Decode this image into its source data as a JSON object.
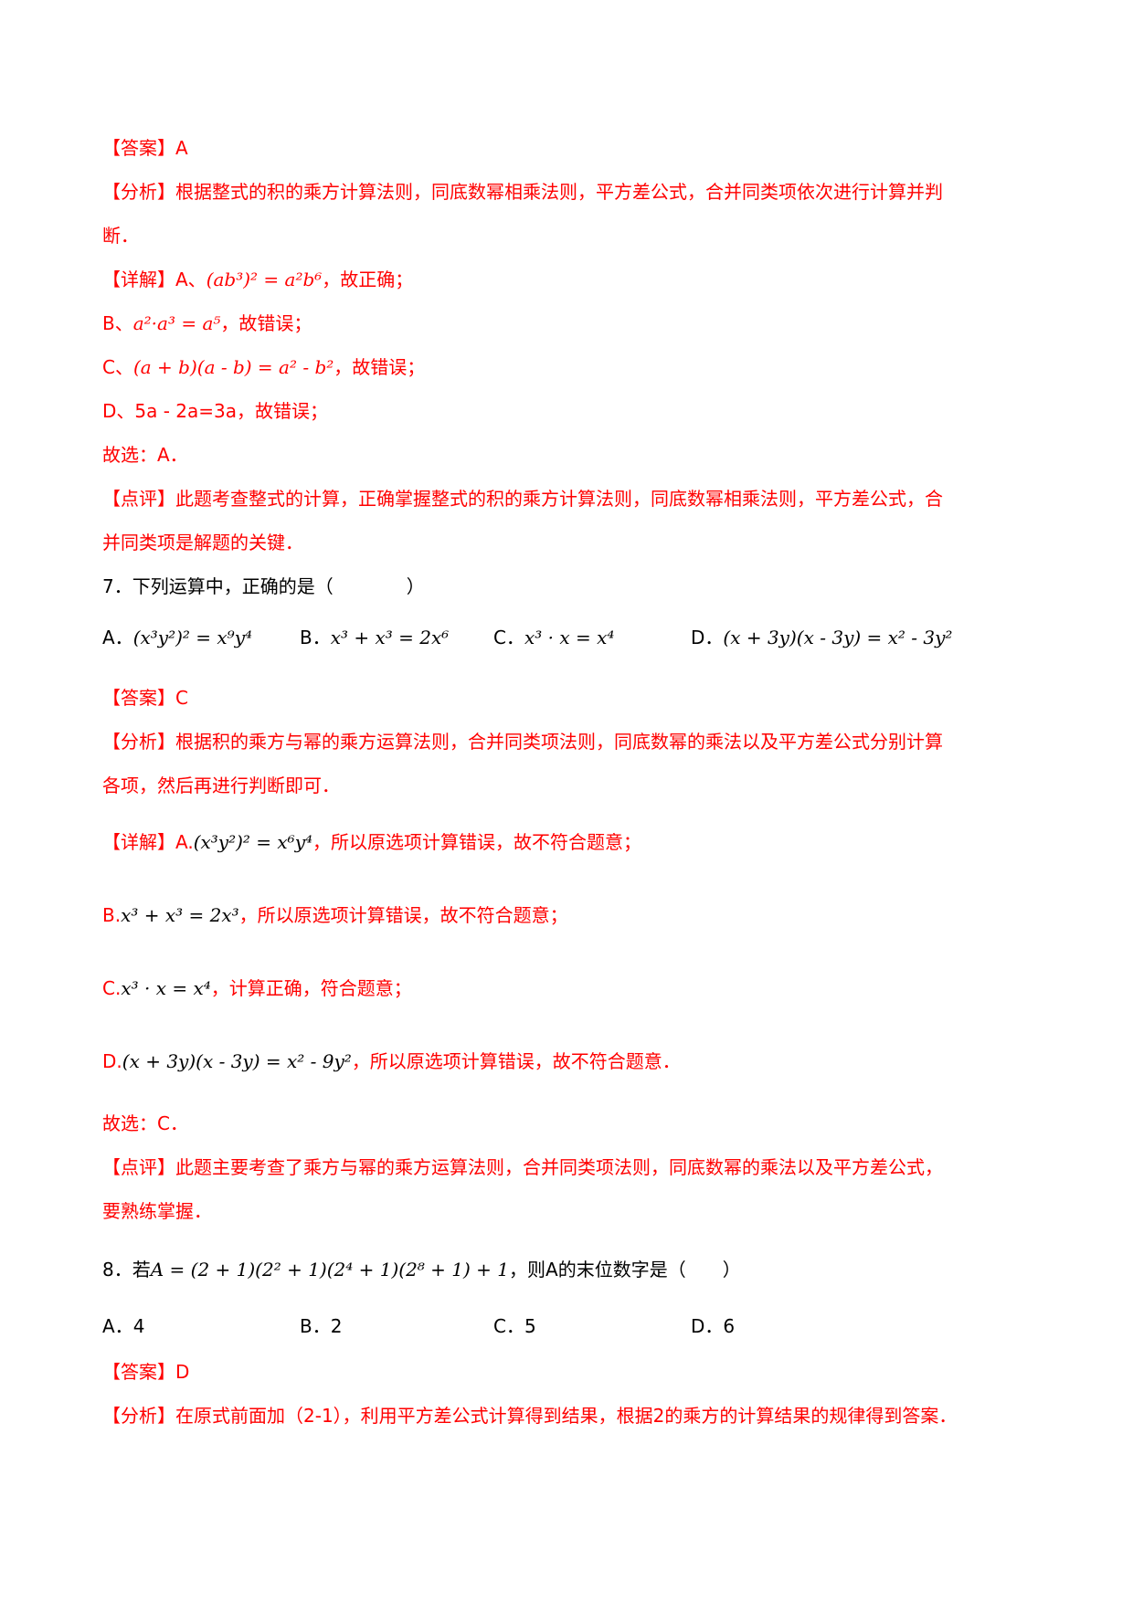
{
  "q6": {
    "answer_label": "【答案】",
    "answer_value": "A",
    "analysis_label": "【分析】",
    "analysis_line1": "根据整式的积的乘方计算法则，同底数幂相乘法则，平方差公式，合并同类项依次进行计算并判",
    "analysis_line2": "断．",
    "detail_label": "【详解】",
    "detail_a_prefix": "A、",
    "detail_a_math": "(ab³)² = a²b⁶",
    "detail_a_text": "，故正确；",
    "detail_b_prefix": "B、",
    "detail_b_math": "a²·a³ = a⁵",
    "detail_b_text": "，故错误；",
    "detail_c_prefix": "C、",
    "detail_c_math": "(a + b)(a - b) = a² - b²",
    "detail_c_text": "，故错误；",
    "detail_d": "D、5a - 2a=3a，故错误；",
    "choose": "故选：A．",
    "comment_label": "【点评】",
    "comment_line1": "此题考查整式的计算，正确掌握整式的积的乘方计算法则，同底数幂相乘法则，平方差公式，合",
    "comment_line2": "并同类项是解题的关键．"
  },
  "q7": {
    "question": "7．下列运算中，正确的是（　　　　）",
    "options": [
      {
        "label": "A．",
        "math": "(x³y²)² = x⁹y⁴"
      },
      {
        "label": "B．",
        "math": "x³ + x³ = 2x⁶"
      },
      {
        "label": "C．",
        "math": "x³ · x = x⁴"
      },
      {
        "label": "D．",
        "math": "(x + 3y)(x - 3y) = x² - 3y²"
      }
    ],
    "answer_label": "【答案】",
    "answer_value": "C",
    "analysis_label": "【分析】",
    "analysis_line1": "根据积的乘方与幂的乘方运算法则，合并同类项法则，同底数幂的乘法以及平方差公式分别计算",
    "analysis_line2": "各项，然后再进行判断即可．",
    "detail_label": "【详解】",
    "detail_a_prefix": "A.",
    "detail_a_math": "(x³y²)² = x⁶y⁴",
    "detail_a_text": "，所以原选项计算错误，故不符合题意；",
    "detail_b_prefix": "B.",
    "detail_b_math": "x³ + x³ = 2x³",
    "detail_b_text": "，所以原选项计算错误，故不符合题意；",
    "detail_c_prefix": "C.",
    "detail_c_math": "x³ · x = x⁴",
    "detail_c_text": "，计算正确，符合题意；",
    "detail_d_prefix": "D.",
    "detail_d_math": "(x + 3y)(x - 3y) = x² - 9y²",
    "detail_d_text": "，所以原选项计算错误，故不符合题意．",
    "choose": "故选：C．",
    "comment_label": "【点评】",
    "comment_line1": "此题主要考查了乘方与幂的乘方运算法则，合并同类项法则，同底数幂的乘法以及平方差公式，",
    "comment_line2": "要熟练掌握．"
  },
  "q8": {
    "question_prefix": "8．若",
    "question_math": "A = (2 + 1)(2² + 1)(2⁴ + 1)(2⁸ + 1) + 1",
    "question_suffix": "，则A的末位数字是（　　）",
    "options": [
      {
        "label": "A．",
        "value": "4"
      },
      {
        "label": "B．",
        "value": "2"
      },
      {
        "label": "C．",
        "value": "5"
      },
      {
        "label": "D．",
        "value": "6"
      }
    ],
    "answer_label": "【答案】",
    "answer_value": "D",
    "analysis_label": "【分析】",
    "analysis_text": "在原式前面加（2-1），利用平方差公式计算得到结果，根据2的乘方的计算结果的规律得到答案．"
  }
}
